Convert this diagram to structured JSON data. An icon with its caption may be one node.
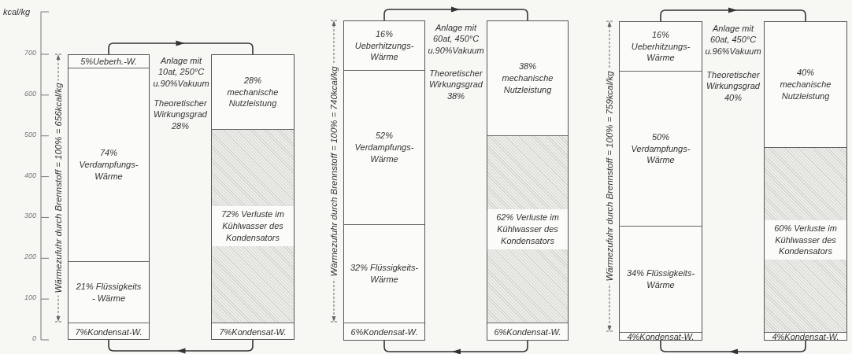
{
  "diagram": {
    "nodes": [
      {
        "text": [],
        "shape": "bar"
      },
      {
        "text": [
          "5%Ueberh.-W."
        ],
        "in": 0
      },
      {
        "text": [
          "74% Verdampfungs- Wärme"
        ],
        "in": 0
      },
      {
        "text": [
          "21% Flüssigkeits - Wärme"
        ],
        "in": 0
      },
      {
        "text": [
          "7%Kondensat-W."
        ],
        "in": 0
      },
      {
        "text": [],
        "shape": "bar"
      },
      {
        "text": [
          "28% mechanische Nutzleistung"
        ],
        "in": 5
      },
      {
        "text": [
          "72% Verluste im Kühlwasser des Kondensators"
        ],
        "in": 5
      },
      {
        "text": [
          "7%Kondensat-W."
        ],
        "in": 5
      },
      {
        "text": [],
        "shape": "bar"
      },
      {
        "text": [
          "16% Ueberhitzungs- Wärme"
        ],
        "in": 9
      },
      {
        "text": [
          "52% Verdampfungs- Wärme"
        ],
        "in": 9
      },
      {
        "text": [
          "32% Flüssigkeits- Wärme"
        ],
        "in": 9
      },
      {
        "text": [
          "6%Kondensat-W."
        ],
        "in": 9
      },
      {
        "text": [],
        "shape": "bar"
      },
      {
        "text": [
          "38% mechanische Nutzleistung"
        ],
        "in": 14
      },
      {
        "text": [
          "62% Verluste im Kühlwasser des Kondensators"
        ],
        "in": 14
      },
      {
        "text": [
          "6%Kondensat-W."
        ],
        "in": 14
      },
      {
        "text": [],
        "shape": "bar"
      },
      {
        "text": [
          "16% Ueberhitzungs- Wärme"
        ],
        "in": 18
      },
      {
        "text": [
          "50% Verdampfungs- Wärme"
        ],
        "in": 18
      },
      {
        "text": [
          "34% Flüssigkeits- Wärme"
        ],
        "in": 18
      },
      {
        "text": [
          "4%Kondensat-W."
        ],
        "in": 18
      },
      {
        "text": [],
        "shape": "bar"
      },
      {
        "text": [
          "40% mechanische Nutzleistung"
        ],
        "in": 23
      },
      {
        "text": [
          "60% Verluste im Kühlwasser des Kondensators"
        ],
        "in": 23
      },
      {
        "text": [
          "4%Kondensat-W."
        ],
        "in": 23
      }
    ],
    "edges": [
      {
        "from": 0,
        "to": 5,
        "arrow": "to"
      },
      {
        "from": 5,
        "to": 0,
        "arrow": "to"
      },
      {
        "from": 9,
        "to": 14,
        "arrow": "to"
      },
      {
        "from": 14,
        "to": 9,
        "arrow": "to"
      },
      {
        "from": 18,
        "to": 23,
        "arrow": "to"
      },
      {
        "from": 23,
        "to": 18,
        "arrow": "to"
      }
    ],
    "labels": [
      "kcal/kg",
      "700",
      "600",
      "500",
      "400",
      "300",
      "200",
      "100",
      "0",
      "Wärmezufuhr durch Brennstoff = 100% = 656kcal/kg",
      "Anlage mit 10at, 250°C u.90%Vakuum",
      "Theoretischer Wirkungsgrad 28%",
      "Wärmezufuhr durch Brennstoff = 100% = 740kcal/kg",
      "Anlage mit 60at, 450°C u.90%Vakuum",
      "Theoretischer Wirkungsgrad 38%",
      "Wärmezufuhr durch Brennstoff = 100% = 759kcal/kg",
      "Anlage mit 60at, 450°C u.96%Vakuum",
      "Theoretischer Wirkungsgrad 40%"
    ]
  }
}
